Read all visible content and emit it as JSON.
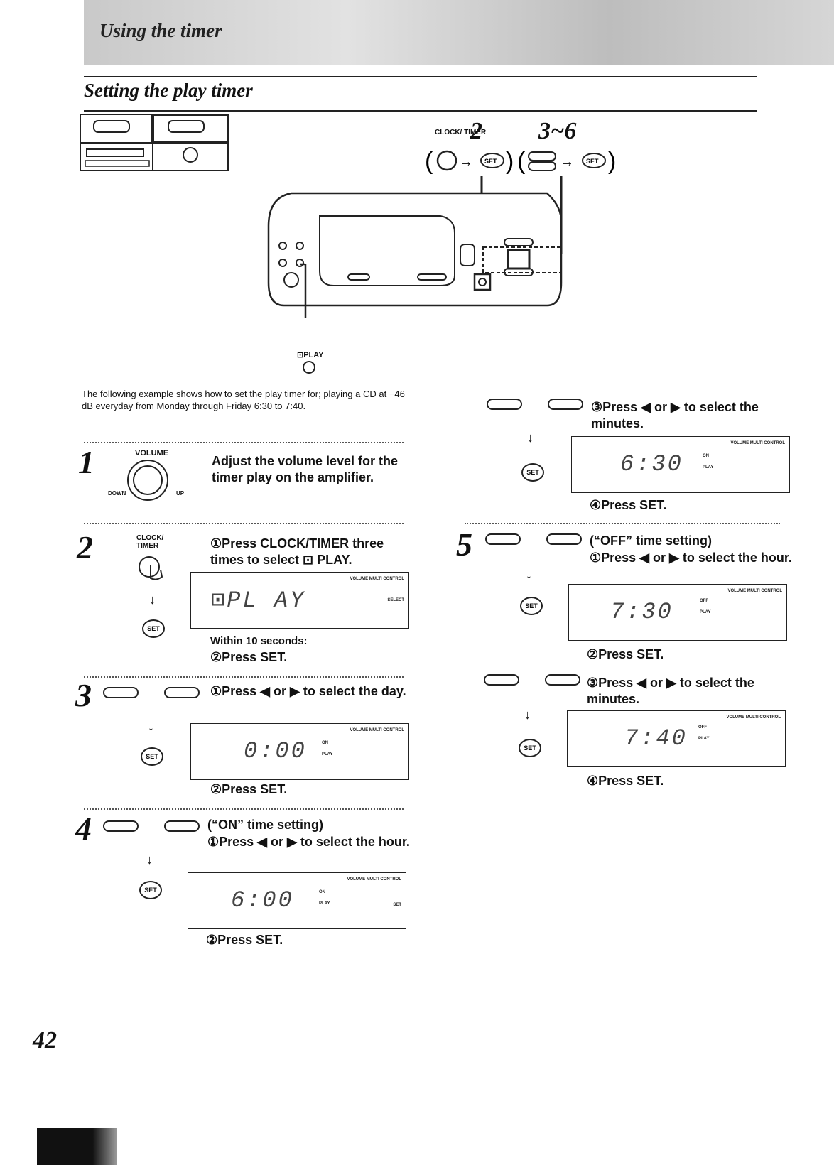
{
  "header": {
    "title": "Using the timer"
  },
  "section": {
    "title": "Setting the play timer"
  },
  "top_diagram": {
    "clock_timer_label": "CLOCK/ TIMER",
    "step2": "2",
    "step3to6": "3~6",
    "set_label": "SET",
    "play_label": "⊡PLAY"
  },
  "intro": "The following example shows how to set the play timer for; playing a CD at −46 dB everyday from Monday through Friday 6:30 to 7:40.",
  "steps": {
    "s1": {
      "num": "1",
      "knob_label": "VOLUME",
      "down": "DOWN",
      "up": "UP",
      "text": "Adjust the volume level for the timer play on the amplifier."
    },
    "s2": {
      "num": "2",
      "btn_label": "CLOCK/ TIMER",
      "text": "①Press CLOCK/TIMER three times to select ⊡ PLAY.",
      "lcd": "⊡PL AY",
      "note": "Within 10 seconds:",
      "press_set": "②Press SET."
    },
    "s3": {
      "num": "3",
      "text": "①Press ◀ or ▶ to select the day.",
      "lcd": "0:00",
      "press_set": "②Press SET."
    },
    "s4": {
      "num": "4",
      "heading": "(“ON” time setting)",
      "text": "①Press ◀ or ▶ to select the hour.",
      "lcd": "6:00",
      "press_set": "②Press SET."
    },
    "s4b": {
      "text": "③Press ◀ or ▶ to select the minutes.",
      "lcd": "6:30",
      "press_set": "④Press SET."
    },
    "s5": {
      "num": "5",
      "heading": "(“OFF” time setting)",
      "text": "①Press ◀ or ▶ to select the hour.",
      "lcd": "7:30",
      "press_set": "②Press SET."
    },
    "s5b": {
      "text": "③Press ◀ or ▶ to select the minutes.",
      "lcd": "7:40",
      "press_set": "④Press SET."
    }
  },
  "lcd_labels": {
    "volume_multi_control": "VOLUME MULTI CONTROL",
    "on": "ON",
    "off": "OFF",
    "play": "PLAY",
    "select": "SELECT",
    "set": "SET"
  },
  "page_number": "42"
}
